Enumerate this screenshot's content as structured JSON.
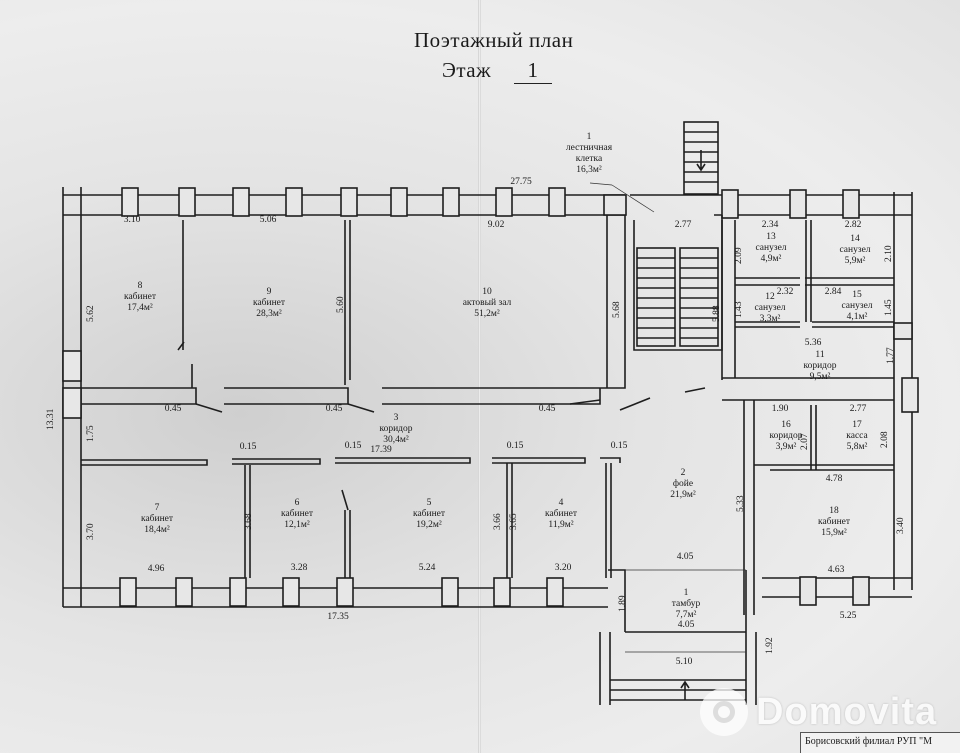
{
  "plan": {
    "title": "Поэтажный план",
    "floor_label": "Этаж",
    "floor_number": "1"
  },
  "rooms": [
    {
      "num": "1",
      "name": "лестничная клетка",
      "area": "16,3м²"
    },
    {
      "num": "1",
      "name": "тамбур",
      "area": "7,7м²"
    },
    {
      "num": "2",
      "name": "фойе",
      "area": "21,9м²"
    },
    {
      "num": "3",
      "name": "коридор",
      "area": "30,4м²"
    },
    {
      "num": "4",
      "name": "кабинет",
      "area": "11,9м²"
    },
    {
      "num": "5",
      "name": "кабинет",
      "area": "19,2м²"
    },
    {
      "num": "6",
      "name": "кабинет",
      "area": "12,1м²"
    },
    {
      "num": "7",
      "name": "кабинет",
      "area": "18,4м²"
    },
    {
      "num": "8",
      "name": "кабинет",
      "area": "17,4м²"
    },
    {
      "num": "9",
      "name": "кабинет",
      "area": "28,3м²"
    },
    {
      "num": "10",
      "name": "актовый зал",
      "area": "51,2м²"
    },
    {
      "num": "11",
      "name": "коридор",
      "area": "9,5м²"
    },
    {
      "num": "12",
      "name": "санузел",
      "area": "3,3м²"
    },
    {
      "num": "13",
      "name": "санузел",
      "area": "4,9м²"
    },
    {
      "num": "14",
      "name": "санузел",
      "area": "5,9м²"
    },
    {
      "num": "15",
      "name": "санузел",
      "area": "4,1м²"
    },
    {
      "num": "16",
      "name": "коридор",
      "area": "3,9м²"
    },
    {
      "num": "17",
      "name": "касса",
      "area": "5,8м²"
    },
    {
      "num": "18",
      "name": "кабинет",
      "area": "15,9м²"
    }
  ],
  "dims": {
    "d2775": "27.75",
    "d310": "3.10",
    "d506": "5.06",
    "d902": "9.02",
    "d277a": "2.77",
    "d234": "2.34",
    "d282": "2.82",
    "d232": "2.32",
    "d284": "2.84",
    "d536": "5.36",
    "d190": "1.90",
    "d277b": "2.77",
    "d478": "4.78",
    "d463": "4.63",
    "d525": "5.25",
    "d045a": "0.45",
    "d045b": "0.45",
    "d045c": "0.45",
    "d015a": "0.15",
    "d015b": "0.15",
    "d015c": "0.15",
    "d015d": "0.15",
    "d1739": "17.39",
    "d496": "4.96",
    "d328": "3.28",
    "d524": "5.24",
    "d320": "3.20",
    "d1735": "17.35",
    "d405a": "4.05",
    "d405b": "4.05",
    "d510": "5.10",
    "v562": "5.62",
    "v1331": "13.31",
    "v175": "1.75",
    "v370": "3.70",
    "v560": "5.60",
    "v568": "5.68",
    "v588": "5.88",
    "v368": "3.68",
    "v366": "3.66",
    "v365": "3.65",
    "v209": "2.09",
    "v143": "1.43",
    "v210": "2.10",
    "v145": "1.45",
    "v177": "1.77",
    "v207": "2.07",
    "v208": "2.08",
    "v533": "5.33",
    "v340": "3.40",
    "v189": "1.89",
    "v192": "1.92"
  },
  "stamp": {
    "text": "Борисовский филиал РУП \"М"
  },
  "watermark": {
    "text": "Domovita"
  }
}
